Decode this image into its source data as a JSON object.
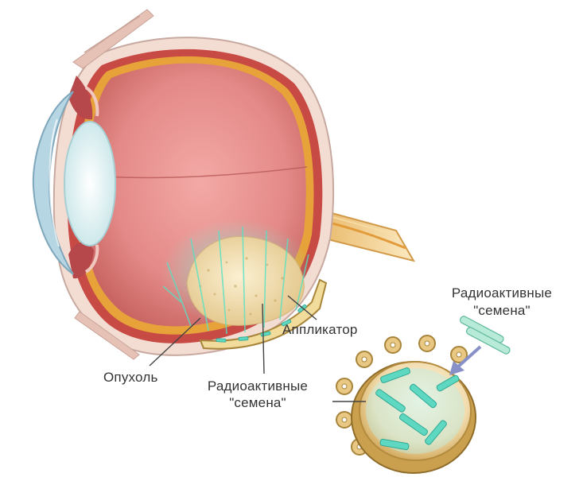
{
  "labels": {
    "tumor": "Опухоль",
    "seeds_bottom_line1": "Радиоактивные",
    "seeds_bottom_line2": "\"семена\"",
    "applicator": "Аппликатор",
    "seeds_right_line1": "Радиоактивные",
    "seeds_right_line2": "\"семена\""
  },
  "colors": {
    "vitreous": "#e58d8d",
    "sclera": "#f3dcd2",
    "choroid": "#c84a45",
    "retina": "#e8a23a",
    "optic_nerve": "#efc87a",
    "lens": "#e9f6f6",
    "cornea": "#9fc4d6",
    "tumor": "#f1dfb3",
    "seed": "#5fd8c2",
    "applicator": "#d8b45a",
    "leader_line": "#444444",
    "arrow": "#8890c8"
  }
}
